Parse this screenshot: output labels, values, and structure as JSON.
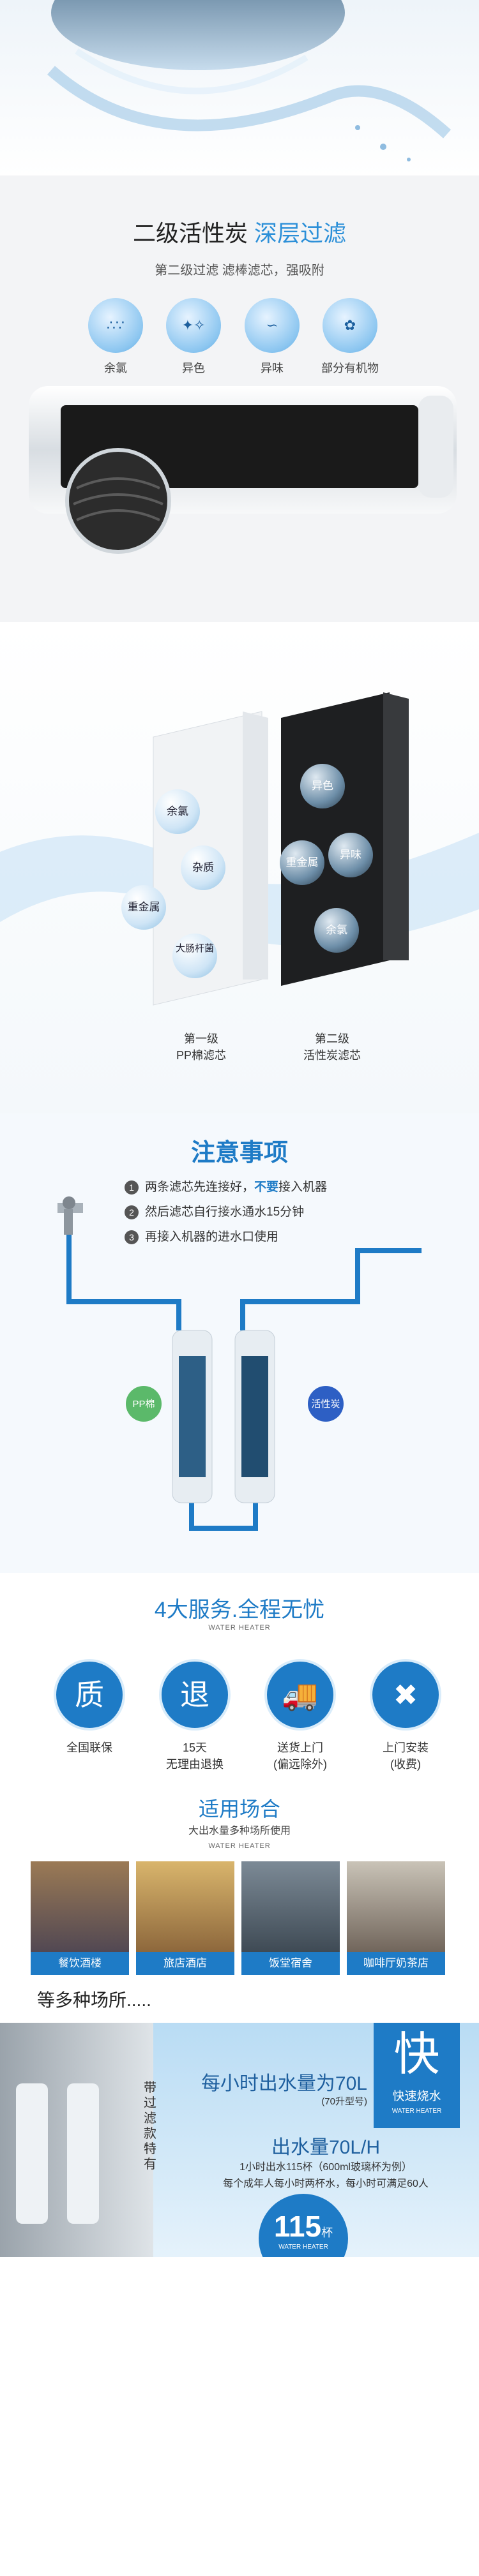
{
  "carbon": {
    "title": "二级活性炭",
    "title_accent": "深层过滤",
    "subtitle": "第二级过滤 滤棒滤芯，强吸附",
    "items": [
      {
        "label": "余氯"
      },
      {
        "label": "异色"
      },
      {
        "label": "异味"
      },
      {
        "label": "部分有机物"
      }
    ]
  },
  "compare": {
    "left_bubbles": [
      "余氯",
      "杂质",
      "重金属",
      "大肠杆菌"
    ],
    "right_bubbles": [
      "异色",
      "重金属",
      "异味",
      "余氯"
    ],
    "left_caption_1": "第一级",
    "left_caption_2": "PP棉滤芯",
    "right_caption_1": "第二级",
    "right_caption_2": "活性炭滤芯"
  },
  "notes": {
    "title": "注意事项",
    "items": [
      {
        "num": "1",
        "text_a": "两条滤芯先连接好，",
        "text_b": "不要",
        "text_c": "接入机器"
      },
      {
        "num": "2",
        "text_a": "然后滤芯自行接水通水15分钟",
        "text_b": "",
        "text_c": ""
      },
      {
        "num": "3",
        "text_a": "再接入机器的进水口使用",
        "text_b": "",
        "text_c": ""
      }
    ],
    "pp_label": "PP棉",
    "carbon_label": "活性炭"
  },
  "services": {
    "title": "4大服务.全程无忧",
    "brand": "WATER HEATER",
    "items": [
      {
        "icon": "质",
        "line1": "全国联保",
        "line2": ""
      },
      {
        "icon": "退",
        "line1": "15天",
        "line2": "无理由退换"
      },
      {
        "icon": "🚚",
        "line1": "送货上门",
        "line2": "(偏远除外)"
      },
      {
        "icon": "✖",
        "line1": "上门安装",
        "line2": "(收费)"
      }
    ]
  },
  "places": {
    "title": "适用场合",
    "subtitle": "大出水量多种场所使用",
    "brand": "WATER HEATER",
    "items": [
      "餐饮酒楼",
      "旅店酒店",
      "饭堂宿舍",
      "咖啡厅奶茶店"
    ],
    "more": "等多种场所....."
  },
  "product": {
    "headline": "每小时出水量为70L",
    "model": "(70升型号)",
    "flow_title": "出水量70L/H",
    "flow_line1": "1小时出水115杯（600ml玻璃杯为例）",
    "flow_line2": "每个成年人每小时两杯水，每小时可满足60人",
    "fast_char": "快",
    "fast_label": "快速烧水",
    "fast_brand": "WATER HEATER",
    "cups_number": "115",
    "cups_unit": "杯",
    "cups_brand": "WATER HEATER",
    "note_vertical": "带过滤款特有"
  }
}
